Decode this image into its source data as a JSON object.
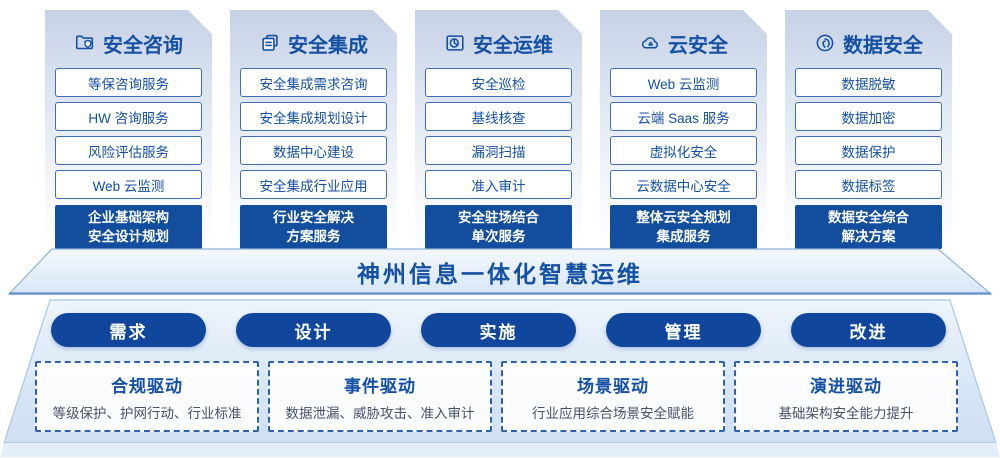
{
  "banner": {
    "title": "神州信息一体化智慧运维"
  },
  "columns": [
    {
      "title": "安全咨询",
      "icon": "folder-shield-icon",
      "items": [
        "等保咨询服务",
        "HW 咨询服务",
        "风险评估服务",
        "Web 云监测"
      ],
      "footer_line1": "企业基础架构",
      "footer_line2": "安全设计规划"
    },
    {
      "title": "安全集成",
      "icon": "documents-icon",
      "items": [
        "安全集成需求咨询",
        "安全集成规划设计",
        "数据中心建设",
        "安全集成行业应用"
      ],
      "footer_line1": "行业安全解决",
      "footer_line2": "方案服务"
    },
    {
      "title": "安全运维",
      "icon": "folder-clock-icon",
      "items": [
        "安全巡检",
        "基线核查",
        "漏洞扫描",
        "准入审计"
      ],
      "footer_line1": "安全驻场结合",
      "footer_line2": "单次服务"
    },
    {
      "title": "云安全",
      "icon": "cloud-icon",
      "items": [
        "Web 云监测",
        "云端 Saas 服务",
        "虚拟化安全",
        "云数据中心安全"
      ],
      "footer_line1": "整体云安全规划",
      "footer_line2": "集成服务"
    },
    {
      "title": "数据安全",
      "icon": "fingerprint-icon",
      "items": [
        "数据脱敏",
        "数据加密",
        "数据保护",
        "数据标签"
      ],
      "footer_line1": "数据安全综合",
      "footer_line2": "解决方案"
    }
  ],
  "process_pills": [
    "需求",
    "设计",
    "实施",
    "管理",
    "改进"
  ],
  "drivers": [
    {
      "title": "合规驱动",
      "desc": "等级保护、护网行动、行业标准"
    },
    {
      "title": "事件驱动",
      "desc": "数据泄漏、威胁攻击、准入审计"
    },
    {
      "title": "场景驱动",
      "desc": "行业应用综合场景安全赋能"
    },
    {
      "title": "演进驱动",
      "desc": "基础架构安全能力提升"
    }
  ],
  "colors": {
    "primary_blue": "#1450a3",
    "solid_box_blue": "#124e9d",
    "pill_blue": "#10479d",
    "item_border_blue": "#3f6cb4",
    "dashed_border_blue": "#2e62b0",
    "card_top_tint": "#c6d1e5",
    "banner_edge": "#6b98cc"
  }
}
